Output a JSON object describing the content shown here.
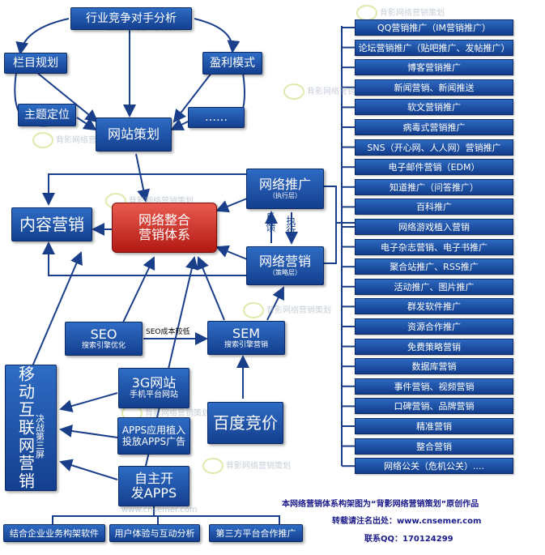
{
  "planning": {
    "competitor": "行业竞争对手分析",
    "column": "栏目规划",
    "profit": "盈利模式",
    "theme": "主题定位",
    "more": "……",
    "site": "网站策划"
  },
  "core": {
    "line1": "网络整合",
    "line2": "营销体系"
  },
  "content_marketing": "内容营销",
  "promotion": {
    "title": "网络推广",
    "sub": "（执行层）"
  },
  "marketing": {
    "title": "网络营销",
    "sub": "（策略层）"
  },
  "feedback": "反馈",
  "execute": "执行",
  "seo": {
    "title": "SEO",
    "sub": "搜索引擎优化"
  },
  "sem": {
    "title": "SEM",
    "sub": "搜索引擎营销"
  },
  "seo_cost": "SEO成本较低",
  "baidu": "百度竞价",
  "mobile": {
    "title": "移动互联网营销",
    "side": "决战第三屏"
  },
  "site3g": {
    "title": "3G网站",
    "sub": "手机平台网站"
  },
  "apps": {
    "line1": "APPS应用植入",
    "line2": "投放APPS广告"
  },
  "selfdev": {
    "line1": "自主开",
    "line2": "发APPS"
  },
  "bottom": [
    "结合企业业务构架软件",
    "用户体验与互动分析",
    "第三方平台合作推广"
  ],
  "channels": [
    "QQ营销推广（IM营销推广）",
    "论坛营销推广（贴吧推广、发帖推广）",
    "博客营销推广",
    "新闻营销、新闻推送",
    "软文营销推广",
    "病毒式营销推广",
    "SNS（开心网、人人网）营销推广",
    "电子邮件营销（EDM）",
    "知道推广（问答推广）",
    "百科推广",
    "网络游戏植入营销",
    "电子杂志营销、电子书推广",
    "聚合站推广、RSS推广",
    "活动推广、图片推广",
    "群发软件推广",
    "资源合作推广",
    "免费策略营销",
    "数据库营销",
    "事件营销、视频营销",
    "口碑营销、品牌营销",
    "精准营销",
    "整合营销",
    "网络公关（危机公关）...."
  ],
  "footer": {
    "line1": "本网络营销体系构架图为“背影网络营销策划”原创作品",
    "line2": "转载请注名出处：www.cnsemer.com",
    "line3": "联系QQ：170124299"
  },
  "watermark": {
    "brand": "背影网络营销策划",
    "url": "www.cnsemer.com"
  }
}
